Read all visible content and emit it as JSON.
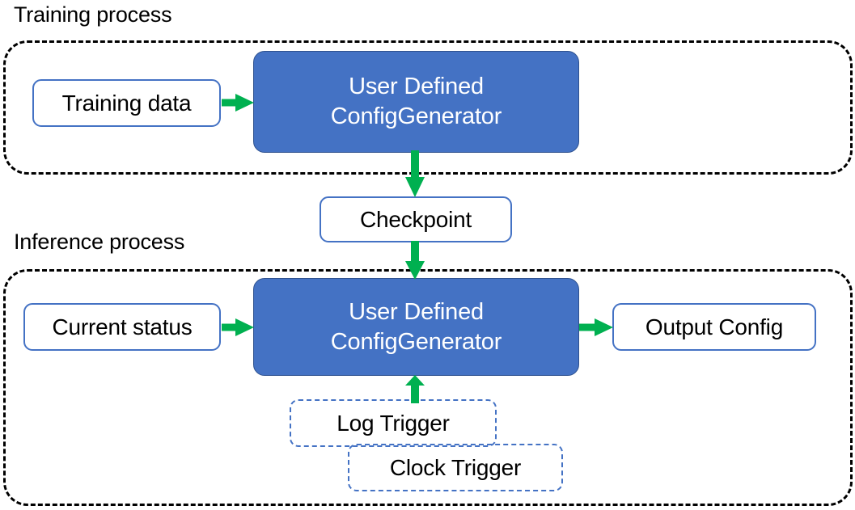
{
  "diagram": {
    "title_training": "Training process",
    "title_inference": "Inference process",
    "colors": {
      "blue_fill": "#4472C4",
      "blue_border": "#2F528F",
      "box_border": "#4472C4",
      "arrow_green": "#00B050",
      "container_dash": "#000000",
      "text_dark": "#000000",
      "text_light": "#FFFFFF"
    },
    "training": {
      "input_label": "Training data",
      "generator_line1": "User Defined",
      "generator_line2": "ConfigGenerator"
    },
    "checkpoint_label": "Checkpoint",
    "inference": {
      "input_label": "Current status",
      "generator_line1": "User Defined",
      "generator_line2": "ConfigGenerator",
      "output_label": "Output Config",
      "trigger_log": "Log Trigger",
      "trigger_clock": "Clock Trigger"
    },
    "arrows": [
      {
        "name": "training-data-to-generator",
        "direction": "right"
      },
      {
        "name": "generator-to-checkpoint",
        "direction": "down"
      },
      {
        "name": "checkpoint-to-generator",
        "direction": "down"
      },
      {
        "name": "current-status-to-generator",
        "direction": "right"
      },
      {
        "name": "generator-to-output-config",
        "direction": "right"
      },
      {
        "name": "triggers-to-generator",
        "direction": "up"
      }
    ]
  }
}
